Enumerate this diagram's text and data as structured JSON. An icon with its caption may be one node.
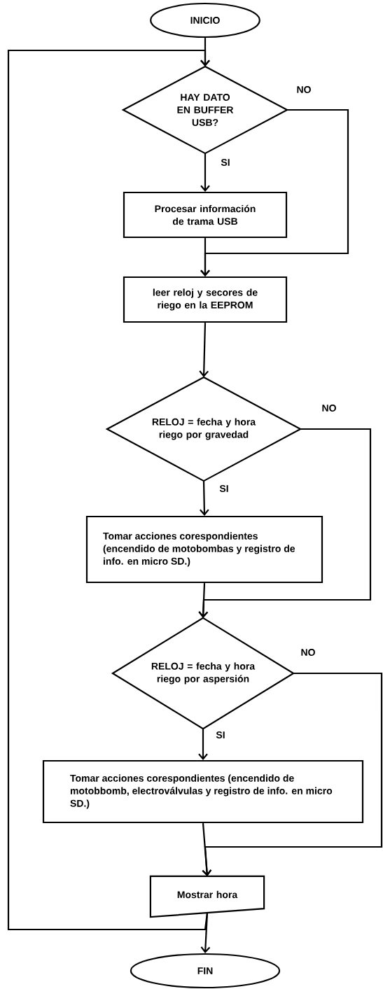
{
  "diagram": {
    "nodes": [
      {
        "text": [
          "INICIO"
        ]
      },
      {
        "text": [
          "HAY DATO EN BUFFER USB?"
        ]
      },
      {
        "text": [
          "Procesar información de trama USB"
        ]
      },
      {
        "text": [
          "leer reloj y secores de riego en la EEPROM"
        ]
      },
      {
        "text": [
          "RELOJ = fecha y hora riego por gravedad"
        ]
      },
      {
        "text": [
          "Tomar acciones corespondientes (encendido de motobombas y registro de info. en micro SD.)"
        ]
      },
      {
        "text": [
          "RELOJ = fecha y hora riego por aspersión"
        ]
      },
      {
        "text": [
          "Tomar acciones corespondientes (encendido de motobbomb, electroválvulas y registro de info. en micro SD.)"
        ]
      },
      {
        "text": [
          "Mostrar hora"
        ]
      },
      {
        "text": [
          "FIN"
        ]
      }
    ],
    "edges": [
      {
        "from": 0,
        "to": 1,
        "arrow": "to"
      },
      {
        "from": 1,
        "to": 2,
        "arrow": "to",
        "label": "SI"
      },
      {
        "from": 1,
        "to": 3,
        "arrow": "to",
        "label": "NO"
      },
      {
        "from": 2,
        "to": 3,
        "arrow": "to"
      },
      {
        "from": 3,
        "to": 4,
        "arrow": "to"
      },
      {
        "from": 4,
        "to": 5,
        "arrow": "to",
        "label": "SI"
      },
      {
        "from": 4,
        "to": 6,
        "arrow": "to",
        "label": "NO"
      },
      {
        "from": 5,
        "to": 6,
        "arrow": "to"
      },
      {
        "from": 6,
        "to": 7,
        "arrow": "to",
        "label": "SI"
      },
      {
        "from": 6,
        "to": 8,
        "arrow": "to",
        "label": "NO"
      },
      {
        "from": 7,
        "to": 8,
        "arrow": "to"
      },
      {
        "from": 8,
        "to": 9,
        "arrow": "to"
      },
      {
        "from": 8,
        "to": 1,
        "arrow": "to"
      }
    ]
  }
}
